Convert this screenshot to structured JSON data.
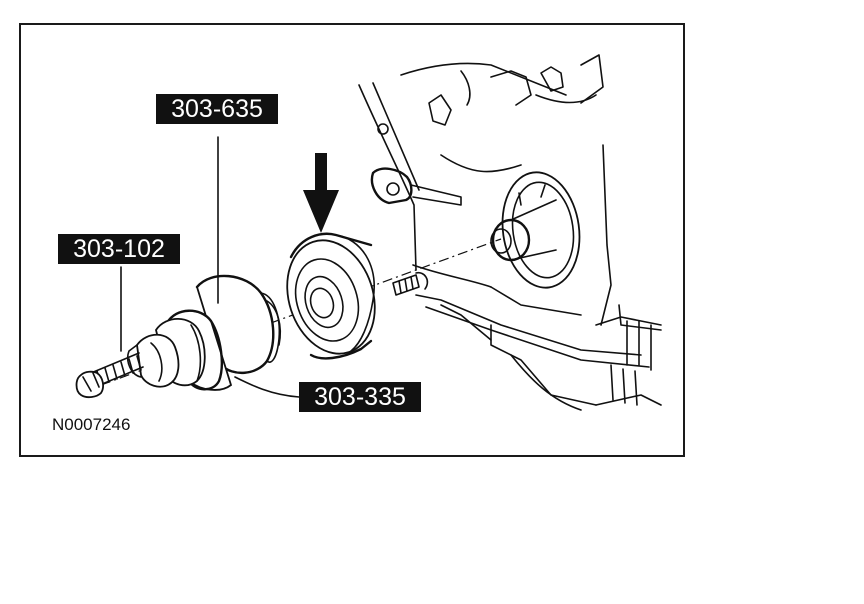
{
  "labels": {
    "part1": "303-635",
    "part2": "303-102",
    "part3": "303-335"
  },
  "figure_code": "N0007246",
  "colors": {
    "line": "#111111",
    "tag_bg": "#111111",
    "tag_text": "#ffffff",
    "background": "#ffffff"
  },
  "icons": {
    "direction": "arrow-down-icon"
  }
}
